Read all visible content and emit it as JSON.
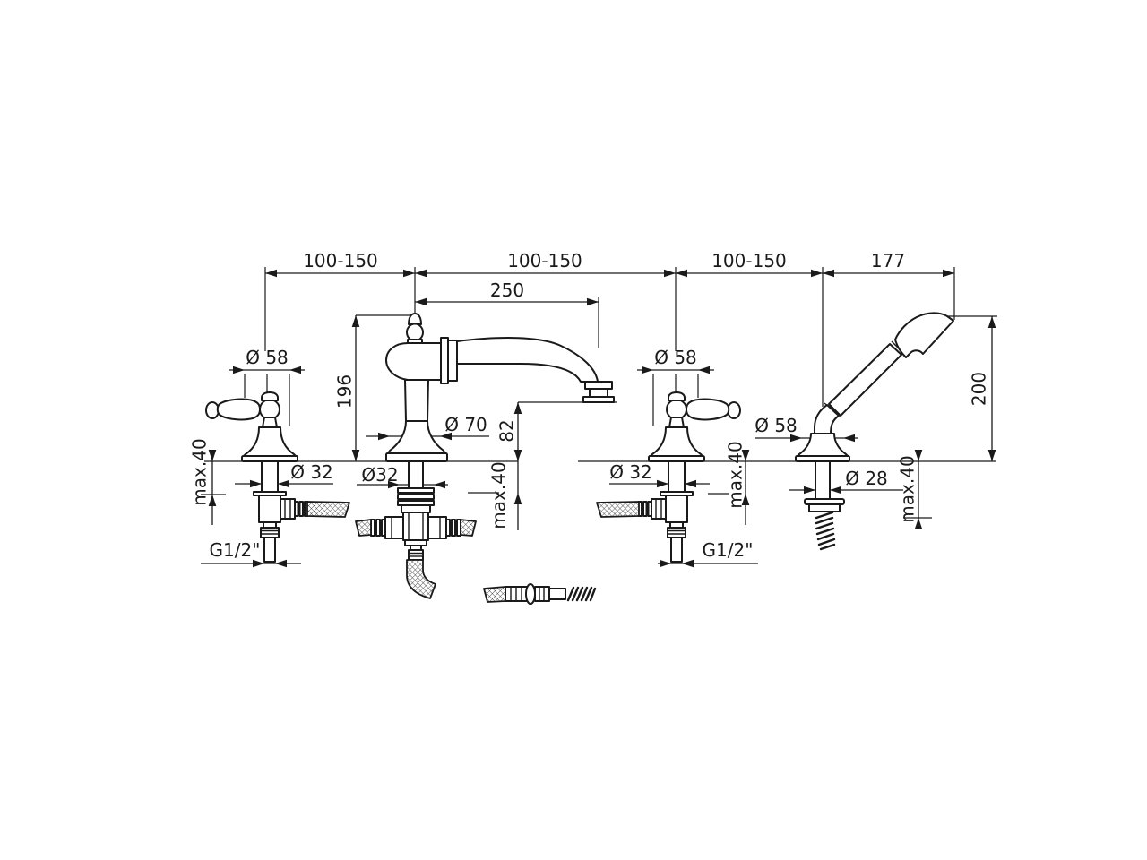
{
  "colors": {
    "background": "#ffffff",
    "line": "#1a1a1a"
  },
  "dimensions": {
    "top_chain": [
      "100-150",
      "100-150",
      "100-150",
      "177"
    ],
    "spout": {
      "reach": "250",
      "height": "196",
      "base_diameter": "Ø 70",
      "shank_diameter": "Ø32",
      "outlet_height": "82",
      "max_deck": "max.40"
    },
    "left_handle": {
      "diameter": "Ø 58",
      "shank_diameter": "Ø 32",
      "max_deck": "max.40",
      "thread": "G1/2\""
    },
    "right_handle": {
      "diameter": "Ø 58",
      "shank_diameter": "Ø 32",
      "max_deck": "max.40",
      "thread": "G1/2\""
    },
    "hand_shower": {
      "diameter": "Ø 58",
      "shank_diameter": "Ø 28",
      "max_deck": "max.40",
      "height": "200"
    }
  }
}
